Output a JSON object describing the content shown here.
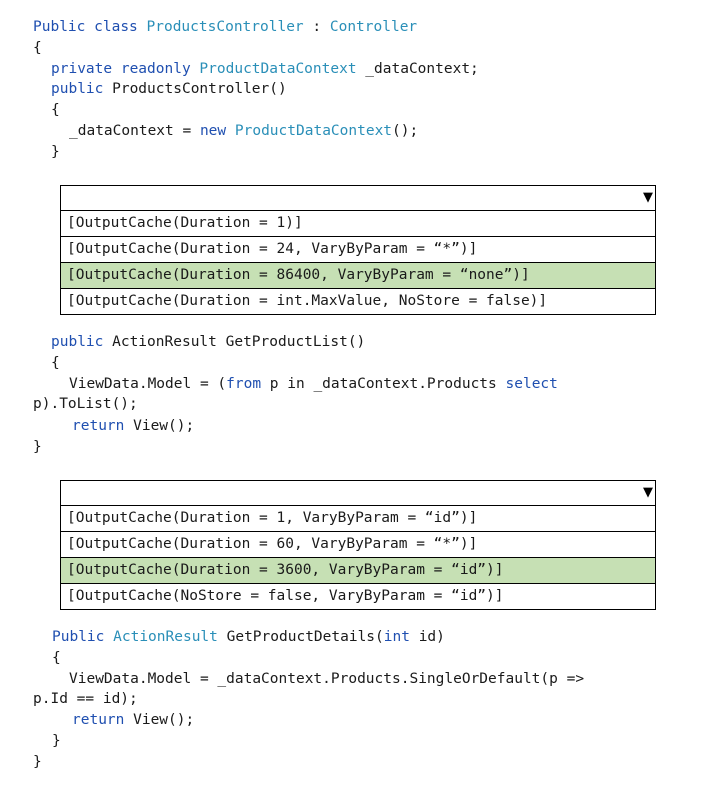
{
  "code_top": {
    "l1": {
      "kw1": "Public",
      "kw2": "class",
      "ty1": "ProductsController",
      "sep": " : ",
      "ty2": "Controller"
    },
    "l2": "{",
    "l3": {
      "kw1": "private",
      "kw2": "readonly",
      "ty": "ProductDataContext",
      "rest": " _dataContext;"
    },
    "l4": {
      "kw": "public",
      "rest": " ProductsController()"
    },
    "l5": "{",
    "l6": {
      "pre": "_dataContext = ",
      "kw": "new",
      "ty": "ProductDataContext",
      "rest": "();"
    },
    "l7": "}"
  },
  "dropdown1": {
    "selected": "",
    "options": [
      "[OutputCache(Duration = 1)]",
      "[OutputCache(Duration = 24, VaryByParam = “*”)]",
      "[OutputCache(Duration = 86400, VaryByParam = “none”)]",
      "[OutputCache(Duration = int.MaxValue, NoStore = false)]"
    ],
    "highlighted_index": 2
  },
  "code_mid": {
    "l1": {
      "kw": "public",
      "rest": " ActionResult GetProductList()"
    },
    "l2": "{",
    "l3": {
      "pre": "ViewData.Model = (",
      "kw1": "from",
      "mid": " p in _dataContext.Products ",
      "kw2": "select"
    },
    "l4": "p).ToList();",
    "l5": {
      "kw": "return",
      "rest": " View();"
    },
    "l6": "}"
  },
  "dropdown2": {
    "selected": "",
    "options": [
      "[OutputCache(Duration = 1, VaryByParam = “id”)]",
      "[OutputCache(Duration = 60, VaryByParam = “*”)]",
      "[OutputCache(Duration = 3600, VaryByParam = “id”)]",
      "[OutputCache(NoStore = false, VaryByParam = “id”)]"
    ],
    "highlighted_index": 2
  },
  "code_bot": {
    "l1": {
      "kw1": "Public",
      "ty": "ActionResult",
      "mid": " GetProductDetails(",
      "kw2": "int",
      "rest": " id)"
    },
    "l2": "{",
    "l3": "ViewData.Model = _dataContext.Products.SingleOrDefault(p =>",
    "l4": "p.Id == id);",
    "l5": {
      "kw": "return",
      "rest": " View();"
    },
    "l6": "}",
    "l7": "}"
  }
}
